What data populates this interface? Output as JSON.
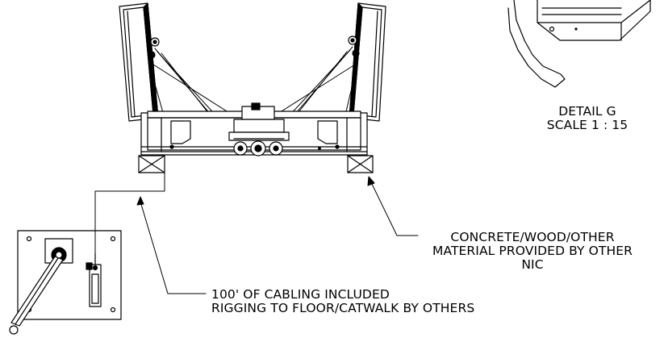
{
  "detail": {
    "title": "DETAIL G",
    "scale": "SCALE 1 : 15"
  },
  "callouts": {
    "material": {
      "line1": "CONCRETE/WOOD/OTHER",
      "line2": "MATERIAL PROVIDED BY OTHER",
      "line3": "NIC"
    },
    "cabling": {
      "line1": "100' OF CABLING INCLUDED",
      "line2": "RIGGING TO FLOOR/CATWALK BY OTHERS"
    }
  },
  "colors": {
    "ink": "#000000",
    "background": "#ffffff"
  }
}
